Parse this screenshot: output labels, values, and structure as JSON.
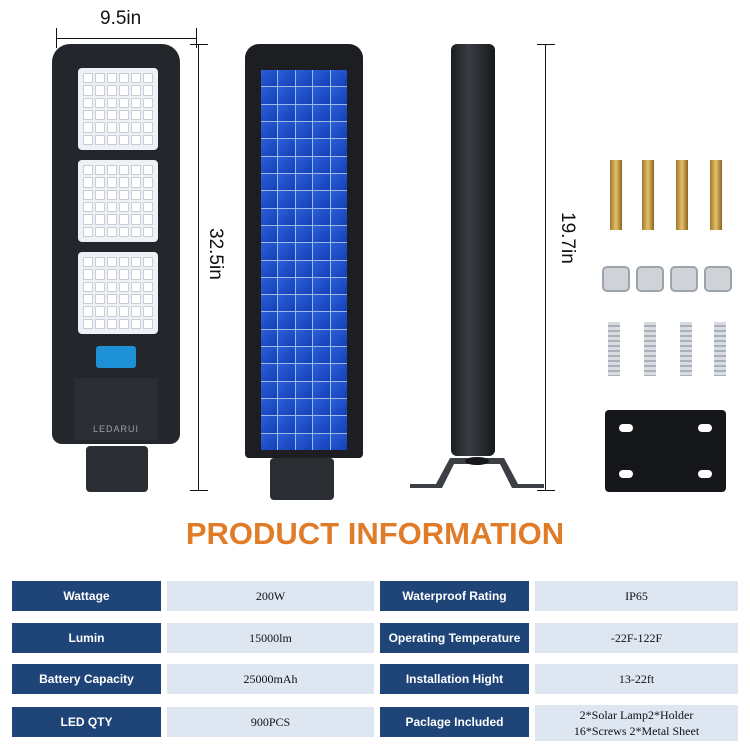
{
  "dimensions": {
    "width_label": "9.5in",
    "height_label": "32.5in",
    "pole_label": "19.7in"
  },
  "brand": "LEDARUI",
  "title": "PRODUCT INFORMATION",
  "specs": [
    {
      "label": "Wattage",
      "value": "200W"
    },
    {
      "label": "Waterproof Rating",
      "value": "IP65"
    },
    {
      "label": "Lumin",
      "value": "15000lm"
    },
    {
      "label": "Operating Temperature",
      "value": "-22F-122F"
    },
    {
      "label": "Battery Capacity",
      "value": "25000mAh"
    },
    {
      "label": "Installation Hight",
      "value": "13-22ft"
    },
    {
      "label": "LED QTY",
      "value": "900PCS"
    },
    {
      "label": "Paclage Included",
      "value_line1": "2*Solar Lamp2*Holder",
      "value_line2": "16*Screws 2*Metal Sheet"
    }
  ],
  "colors": {
    "title": "#e07b28",
    "label_bg": "#1f4477",
    "value_bg": "#dde6f1",
    "solar_cell": "#1f4fc8",
    "sensor": "#1e90d6"
  }
}
